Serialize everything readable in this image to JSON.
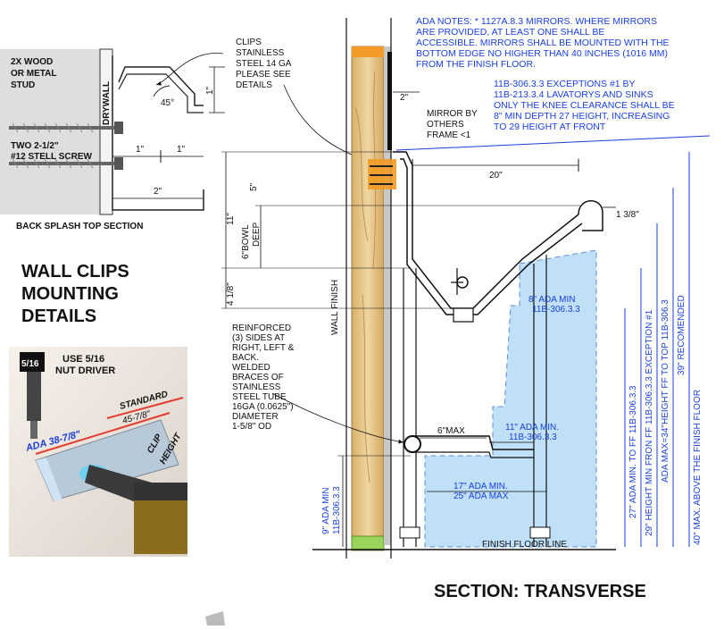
{
  "colors": {
    "ink": "#111111",
    "note_blue": "#1a3fd8",
    "ada_zone": "#bfe0f7",
    "wood": "#e8c98a",
    "green_block": "#9bd45a",
    "wall_gray": "#c8c8c8"
  },
  "wall_clip_detail": {
    "stud_label": [
      "2X WOOD",
      "OR METAL",
      "STUD"
    ],
    "drywall_label": "DRYWALL",
    "screws_label": [
      "TWO 2-1/2\"",
      "#12 STELL SCREW"
    ],
    "angle": "45°",
    "dim_1_a": "1\"",
    "dim_1_b": "1\"",
    "dim_1_c": "1\"",
    "dim_2": "2\"",
    "section_label": "BACK SPLASH TOP SECTION",
    "clips_note": [
      "CLIPS",
      "STAINLESS",
      "STEEL 14 GA",
      "PLEASE SEE",
      "DETAILS"
    ]
  },
  "mounting_title": [
    "WALL CLIPS",
    "MOUNTING",
    "DETAILS"
  ],
  "photo_inset": {
    "driver_label": [
      "USE 5/16",
      "NUT DRIVER"
    ],
    "driver_tag": "5/16",
    "standard": [
      "STANDARD",
      "45-7/8\""
    ],
    "ada": "ADA 38-7/8\"",
    "clip_height": [
      "CLIP",
      "HEIGHT"
    ]
  },
  "ada_notes": [
    "ADA NOTES: * 1127A.8.3 MIRRORS.  WHERE MIRRORS",
    "ARE PROVIDED, AT LEAST ONE SHALL BE",
    "ACCESSIBLE. MIRRORS SHALL BE MOUNTED WITH THE",
    "BOTTOM EDGE NO HIGHER THAN 40 INCHES (1016 MM)",
    "FROM THE FINISH FLOOR."
  ],
  "exception_notes": [
    "11B-306.3.3 EXCEPTIONS #1 BY",
    "11B-213.3.4 LAVATORYS AND SINKS",
    "ONLY THE KNEE CLEARANCE SHALL BE",
    "8\" MIN DEPTH 27 HEIGHT, INCREASING",
    "TO 29 HEIGHT AT FRONT"
  ],
  "section": {
    "dim_2": "2\"",
    "mirror_note": [
      "MIRROR BY",
      "OTHERS",
      "FRAME <1"
    ],
    "dim_20": "20\"",
    "dim_1_3_8": "1 3/8\"",
    "dim_5": "5\"",
    "dim_11": "11\"",
    "bowl_deep": [
      "6\"BOWL",
      "DEEP"
    ],
    "dim_4_1_8": "4 1/8\"",
    "wall_finish": "WALL FINISH",
    "ada_8_min": [
      "8\" ADA MIN",
      "11B-306.3.3"
    ],
    "reinforced_note": [
      "REINFORCED",
      "(3) SIDES AT",
      "RIGHT, LEFT &",
      "BACK.",
      "WELDED",
      "BRACES OF",
      "STAINLESS",
      "STEEL TUBE",
      "16GA (0.0625\")",
      "DIAMETER",
      "1-5/8\" OD"
    ],
    "dim_6_max": "6\"MAX",
    "ada_11_min": [
      "11\" ADA MIN.",
      "11B-306.3.3"
    ],
    "ada_17_25": [
      "17\" ADA MIN.",
      "25\" ADA MAX"
    ],
    "ada_9_min": [
      "9\" ADA MIN",
      "11B-306.3.3"
    ],
    "finish_floor": "FINISH FLOOR LINE",
    "vert_27": "27\" ADA MIN. TO FF 11B-306.3.3",
    "vert_29": "29\" HEIGHT MIN FRON FF 11B-306.3.3 EXCEPTION #1",
    "vert_34": "ADA MAX=34\"HEIGHT FF TO TOP 11B-306.3",
    "vert_39": "39\" RECOMENDED",
    "vert_40": "40\" MAX. ABOVE THE FINISH FLOOR",
    "title": "SECTION: TRANSVERSE"
  }
}
